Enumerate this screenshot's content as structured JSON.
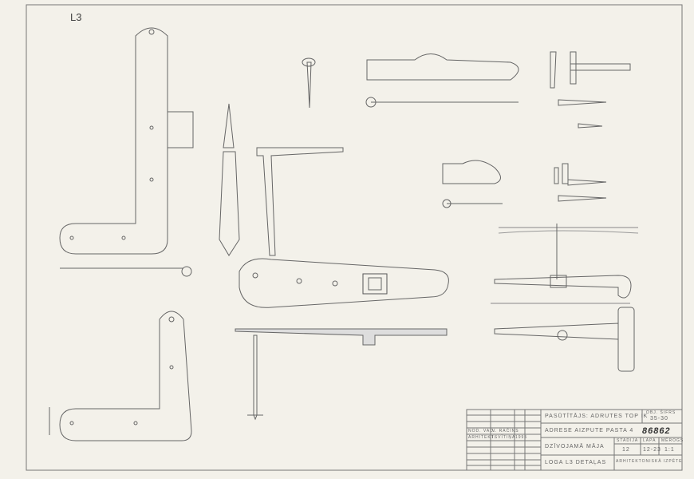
{
  "sheet_label": "L3",
  "title_block": {
    "client": "PASŪTĪTĀJS: ADRUTES TOP IK",
    "address": "ADRESE AIZPUTE PASTA 4",
    "object": "DZĪVOJAMĀ MĀJA",
    "drawing_title": "LOGA L3 DETAĻAS",
    "code_label": "OBJ. ŠIFRS",
    "code": "35-30",
    "number": "86862",
    "stage_label": "STADIJA",
    "sheet_label": "LAPA",
    "scale_label": "MĒROGS",
    "stage": "12",
    "sheet": "12-23",
    "scale": "1:1",
    "bottom_note": "ARHITEKTONISKĀ IZPĒTE",
    "signatures": [
      "NOD. VAD.",
      "ARHITEKTS",
      "V. RAČINS",
      "I. VĪTIŅA",
      "1995"
    ]
  }
}
